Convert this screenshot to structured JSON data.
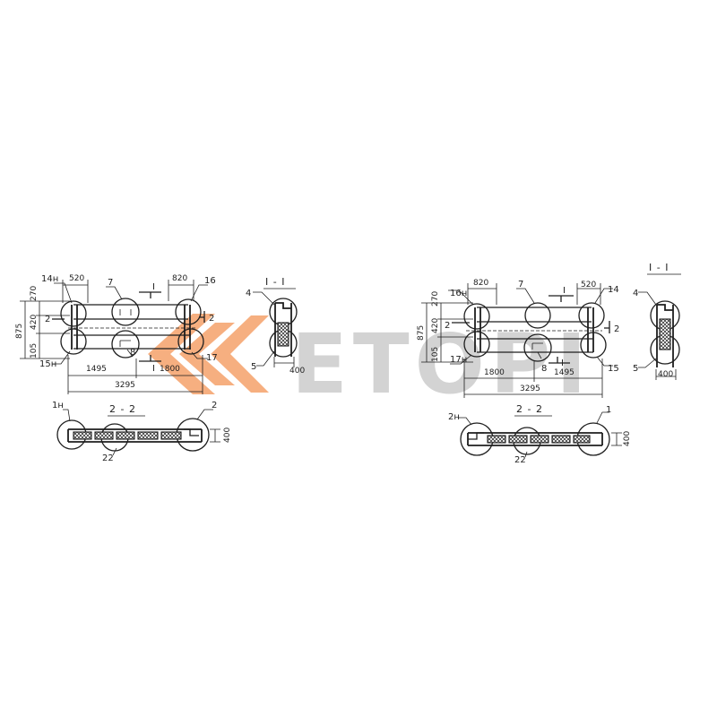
{
  "watermark": {
    "text": "ETOPI",
    "logo_color": "#f5a26b",
    "text_color": "#c9c9c9"
  },
  "left_plan": {
    "marks": {
      "m14": "14н",
      "m7": "7",
      "m16": "16",
      "m2": "2",
      "m8": "8",
      "m17": "17",
      "m15": "15н",
      "m2left": "2",
      "mI_top": "I",
      "mI_bot": "I"
    },
    "dims": {
      "d520": "520",
      "d820": "820",
      "d270": "270",
      "d875": "875",
      "d420": "420",
      "d105": "105",
      "d1495": "1495",
      "d1800": "1800",
      "d3295": "3295"
    }
  },
  "left_section_1": {
    "title": "I - I",
    "marks": {
      "m4": "4",
      "m5": "5"
    },
    "dims": {
      "d400": "400"
    }
  },
  "left_section_2": {
    "title": "2 - 2",
    "marks": {
      "m1": "1н",
      "m2": "2",
      "m22": "22"
    },
    "dims": {
      "d400": "400"
    }
  },
  "right_plan": {
    "marks": {
      "m16": "16н",
      "m7": "7",
      "m14": "14",
      "m2": "2",
      "m8": "8",
      "m17": "17н",
      "m15": "15",
      "m2left": "2",
      "mI_top": "I",
      "mI_bot": "I"
    },
    "dims": {
      "d820": "820",
      "d520": "520",
      "d270": "270",
      "d875": "875",
      "d420": "420",
      "d105": "105",
      "d1800": "1800",
      "d1495": "1495",
      "d3295": "3295"
    }
  },
  "right_section_1": {
    "title": "I - I",
    "marks": {
      "m4": "4",
      "m5": "5"
    },
    "dims": {
      "d400": "400"
    }
  },
  "right_section_2": {
    "title": "2 - 2",
    "marks": {
      "m2": "2н",
      "m1": "1",
      "m22": "22"
    },
    "dims": {
      "d400": "400"
    }
  }
}
